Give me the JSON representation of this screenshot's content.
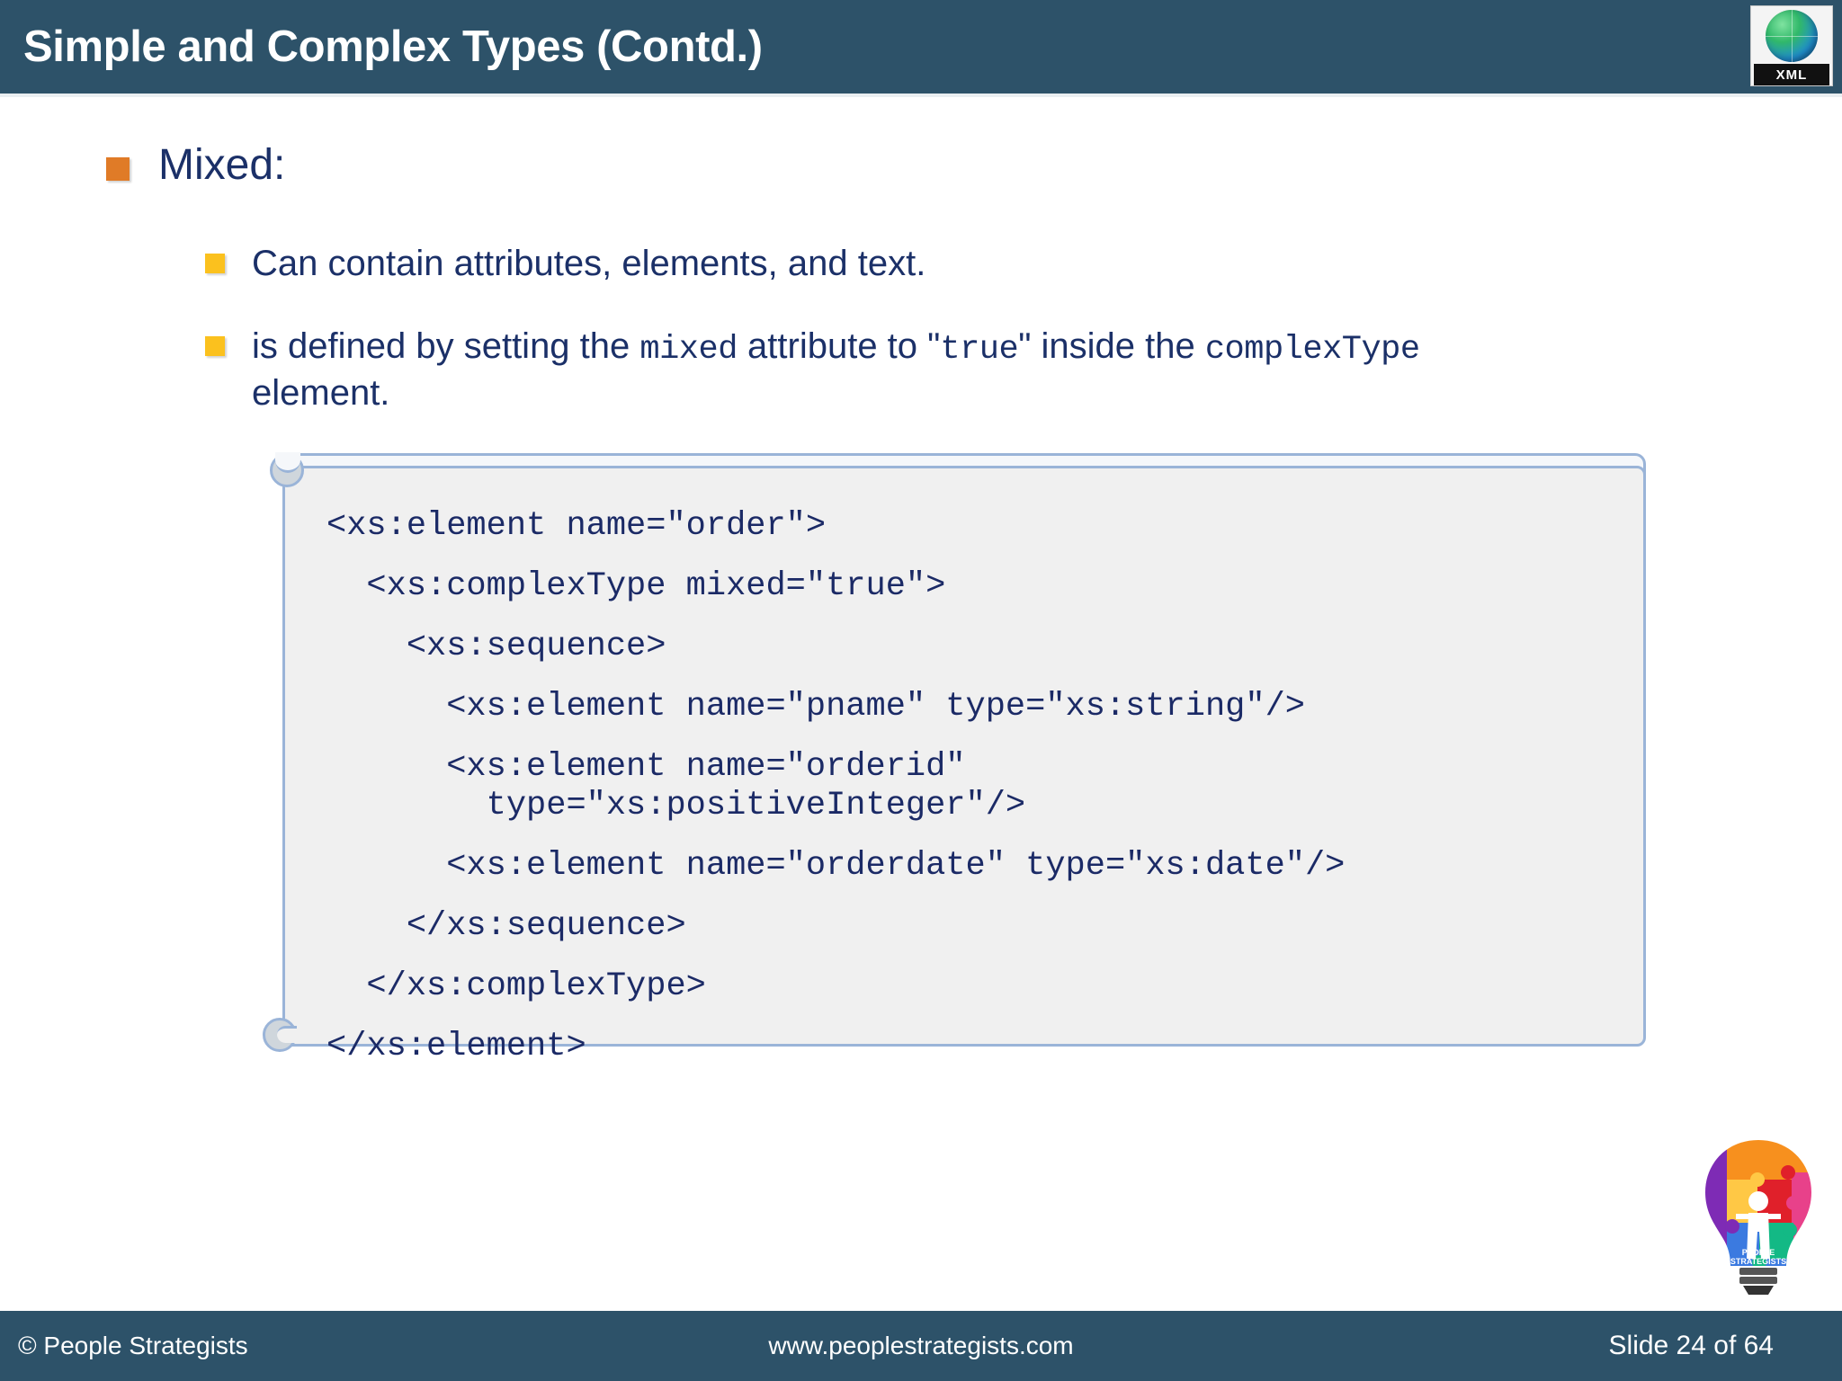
{
  "header": {
    "title": "Simple and Complex Types (Contd.)",
    "bg_color": "#2d5269",
    "title_color": "#ffffff",
    "logo": {
      "name": "xml-logo",
      "label": "XML"
    }
  },
  "content": {
    "bullet_l1": {
      "marker_color": "#e07b27",
      "text": "Mixed:"
    },
    "sub_bullets": [
      {
        "marker_color": "#fbc11e",
        "segments": [
          {
            "text": "Can contain attributes, elements, and text.",
            "mono": false
          }
        ]
      },
      {
        "marker_color": "#fbc11e",
        "segments": [
          {
            "text": "is defined by setting the ",
            "mono": false
          },
          {
            "text": "mixed",
            "mono": true
          },
          {
            "text": " attribute to \"",
            "mono": false
          },
          {
            "text": "true",
            "mono": true
          },
          {
            "text": "\" inside the ",
            "mono": false
          },
          {
            "text": "complexType",
            "mono": true
          },
          {
            "text": " element.",
            "mono": false
          }
        ]
      }
    ],
    "code_block": {
      "background": "#f0f0f0",
      "border_color": "#9ab4d8",
      "text_color": "#1b2a66",
      "lines": [
        {
          "text": "<xs:element name=\"order\">",
          "continuation": false
        },
        {
          "text": "  <xs:complexType mixed=\"true\">",
          "continuation": false
        },
        {
          "text": "    <xs:sequence>",
          "continuation": false
        },
        {
          "text": "      <xs:element name=\"pname\" type=\"xs:string\"/>",
          "continuation": false
        },
        {
          "text": "      <xs:element name=\"orderid\"",
          "continuation": false
        },
        {
          "text": "        type=\"xs:positiveInteger\"/>",
          "continuation": true
        },
        {
          "text": "      <xs:element name=\"orderdate\" type=\"xs:date\"/>",
          "continuation": false
        },
        {
          "text": "    </xs:sequence>",
          "continuation": false
        },
        {
          "text": "  </xs:complexType>",
          "continuation": false
        },
        {
          "text": "</xs:element>",
          "continuation": false
        }
      ]
    }
  },
  "footer": {
    "bg_color": "#2d5269",
    "copyright": "© People Strategists",
    "website": "www.peoplestrategists.com",
    "slide_number": "Slide 24 of 64"
  },
  "brand_logo": {
    "name": "people-strategists-bulb-logo",
    "line1": "PEOPLE",
    "line2": "STRATEGISTS"
  }
}
